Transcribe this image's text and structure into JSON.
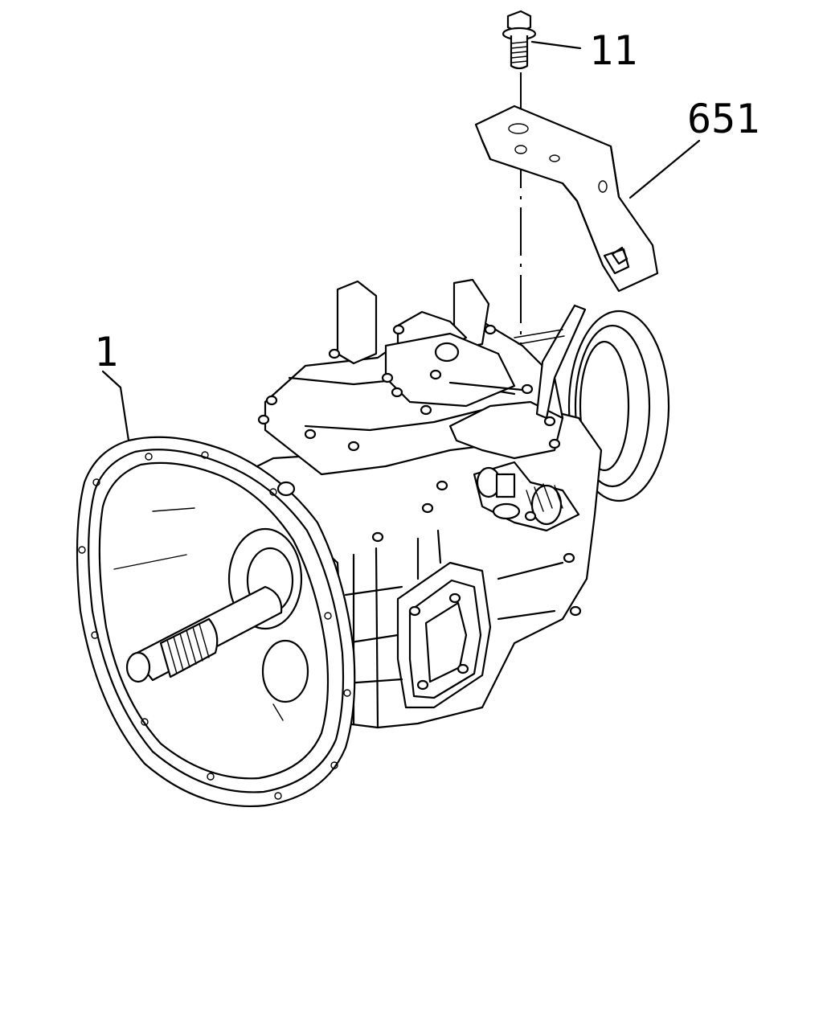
{
  "callouts": {
    "bolt": "11",
    "bracket": "651",
    "transmission": "1"
  }
}
